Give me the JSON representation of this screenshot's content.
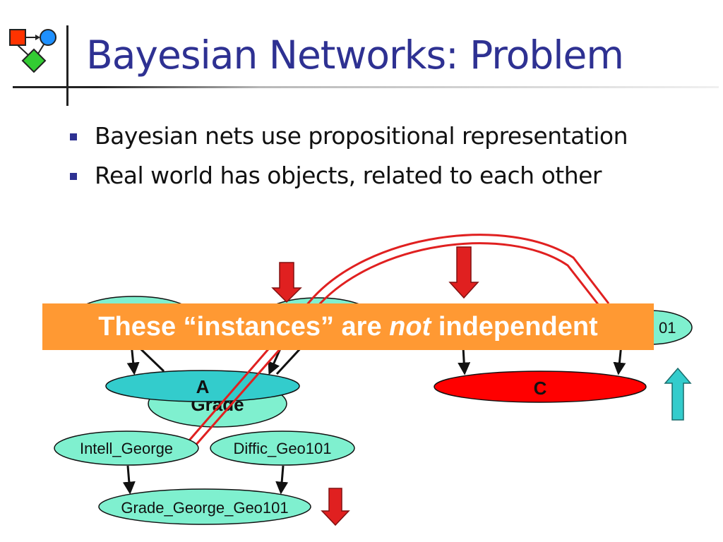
{
  "slide": {
    "title": "Bayesian Networks: Problem",
    "bullets": [
      "Bayesian nets use propositional representation",
      "Real world has objects, related to each other"
    ]
  },
  "diagram": {
    "nodes": {
      "intell_right": "01",
      "a": "A",
      "grade": "Grade",
      "c": "C",
      "intell_george": "Intell_George",
      "diffic_geo101": "Diffic_Geo101",
      "grade_george_geo101": "Grade_George_Geo101"
    },
    "banner": {
      "part1": "These “instances” are ",
      "emph": "not",
      "part2": " independent"
    },
    "colors": {
      "node_fill": "#7ff0cf",
      "a_fill": "#33cccc",
      "c_fill": "#ff0000",
      "arrow_red": "#e02020",
      "arrow_teal": "#33cccc",
      "banner": "#ff9933",
      "title": "#2e3192"
    }
  }
}
